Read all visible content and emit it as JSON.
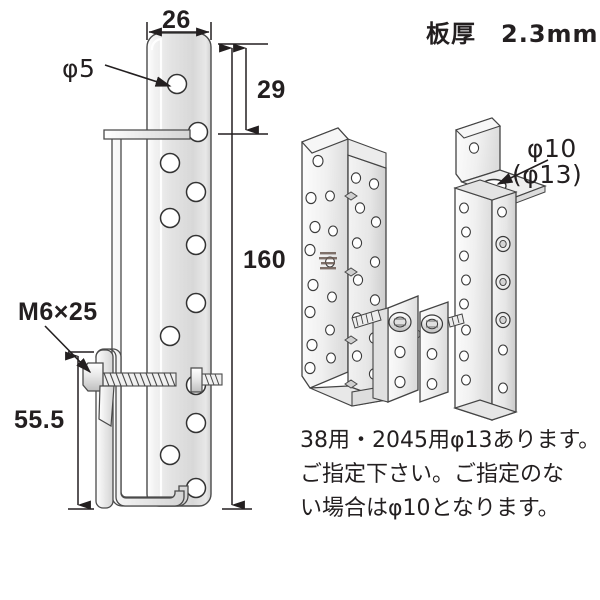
{
  "drawing": {
    "title_note": "板厚　2.3mm",
    "dimensions": {
      "width_top": "26",
      "height_top_segment": "29",
      "height_main": "160",
      "height_lower": "55.5",
      "hole_diameter_main": "φ5",
      "bolt_spec": "M6×25",
      "hole_diameter_base": "φ10",
      "hole_diameter_base_alt": "(φ13)"
    },
    "notes": {
      "line1": "38用・2045用φ13あります。",
      "line2": "ご指定下さい。ご指定のな",
      "line3": "い場合はφ10となります。"
    },
    "colors": {
      "ink": "#231f20",
      "metal_light": "#ffffff",
      "metal_mid": "#e2e2e2",
      "metal_dark": "#c9c9c9",
      "outline": "#3a3a3a",
      "background": "#ffffff"
    },
    "views": {
      "main_label": "front-elevation-post-base",
      "iso_left_label": "isometric-bracket-pair",
      "iso_right_label": "isometric-bracket-single"
    }
  }
}
